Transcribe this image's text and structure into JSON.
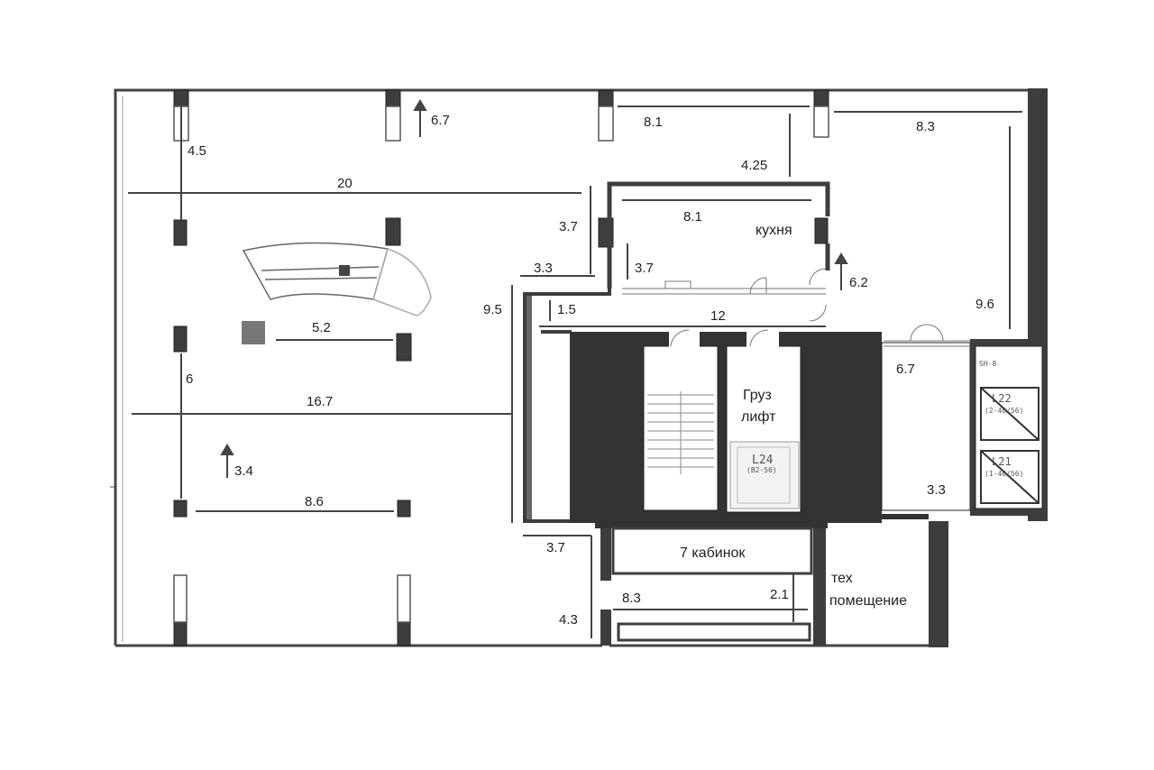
{
  "plan": {
    "dimensions": {
      "d_4_5": "4.5",
      "d_6_7_top": "6.7",
      "d_8_1_top": "8.1",
      "d_8_3_top": "8.3",
      "d_4_25": "4.25",
      "d_20": "20",
      "d_3_7_a": "3.7",
      "d_8_1_kitchen": "8.1",
      "d_3_3_a": "3.3",
      "d_3_7_b": "3.7",
      "d_6_2": "6.2",
      "d_9_6": "9.6",
      "d_9_5": "9.5",
      "d_1_5": "1.5",
      "d_12": "12",
      "d_5_2": "5.2",
      "d_6": "6",
      "d_16_7": "16.7",
      "d_6_7_mid": "6.7",
      "d_3_4": "3.4",
      "d_8_6": "8.6",
      "d_3_3_b": "3.3",
      "d_3_7_c": "3.7",
      "d_8_3_bottom": "8.3",
      "d_2_1": "2.1",
      "d_4_3": "4.3"
    },
    "rooms": {
      "kitchen": "кухня",
      "freight_lift_line1": "Груз",
      "freight_lift_line2": "лифт",
      "cabins": "7 кабинок",
      "tech_line1": "тех",
      "tech_line2": "помещение"
    },
    "lift_tags": {
      "sh8": "SH-8",
      "l22": "L22",
      "l22_sub": "(2-46/56)",
      "l21": "L21",
      "l21_sub": "(1-46/56)",
      "l24": "L24",
      "l24_sub": "(B2-56)"
    },
    "colors": {
      "wall": "#3d3d3d",
      "line": "#444444",
      "core": "#333333"
    }
  }
}
